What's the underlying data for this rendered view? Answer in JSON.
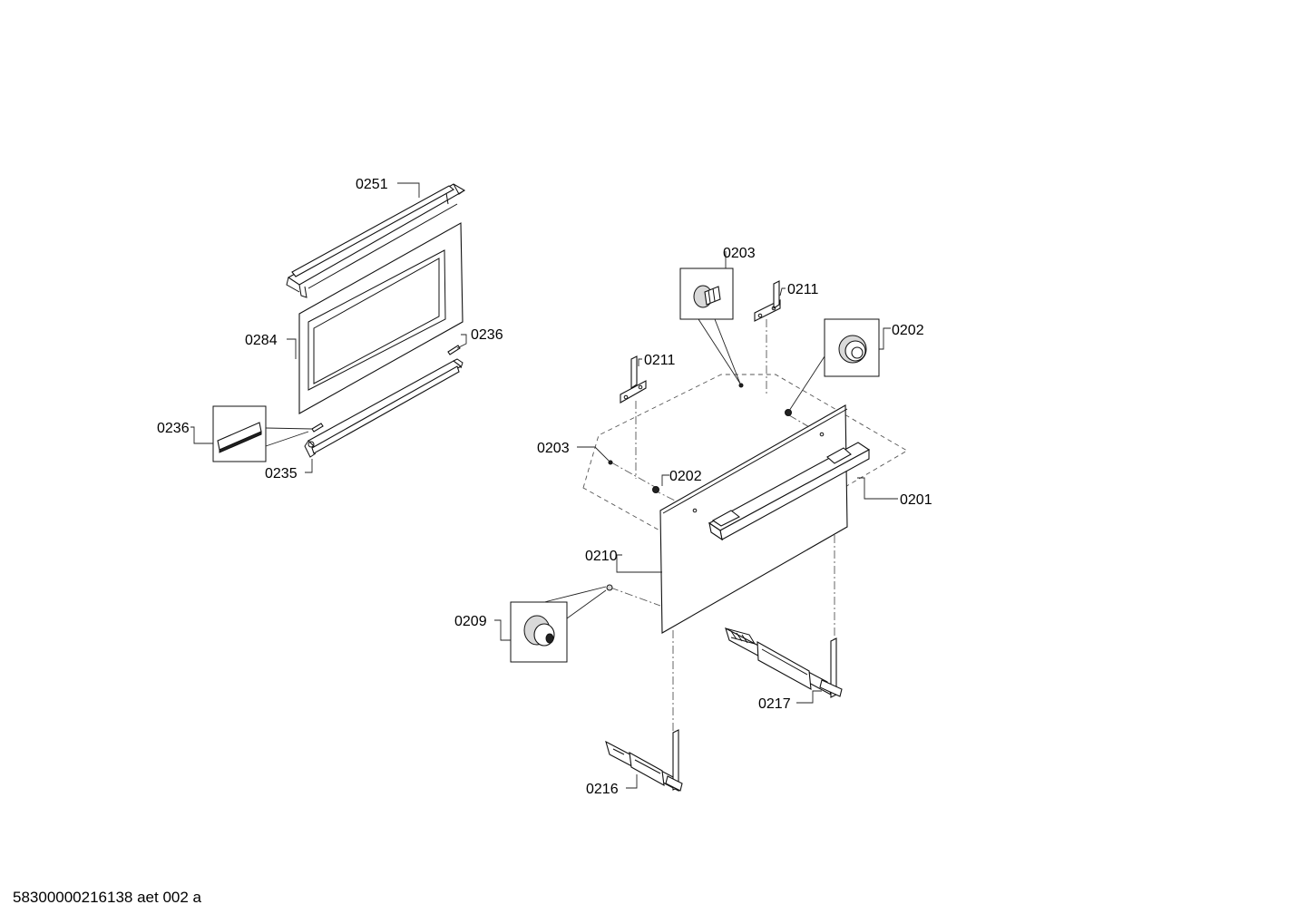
{
  "labels": {
    "p0251": "0251",
    "p0284": "0284",
    "p0236a": "0236",
    "p0236b": "0236",
    "p0235": "0235",
    "p0203a": "0203",
    "p0211a": "0211",
    "p0202a": "0202",
    "p0211b": "0211",
    "p0203b": "0203",
    "p0202b": "0202",
    "p0201": "0201",
    "p0210": "0210",
    "p0209": "0209",
    "p0217": "0217",
    "p0216": "0216"
  },
  "footer": "58300000216138 aet 002 a"
}
